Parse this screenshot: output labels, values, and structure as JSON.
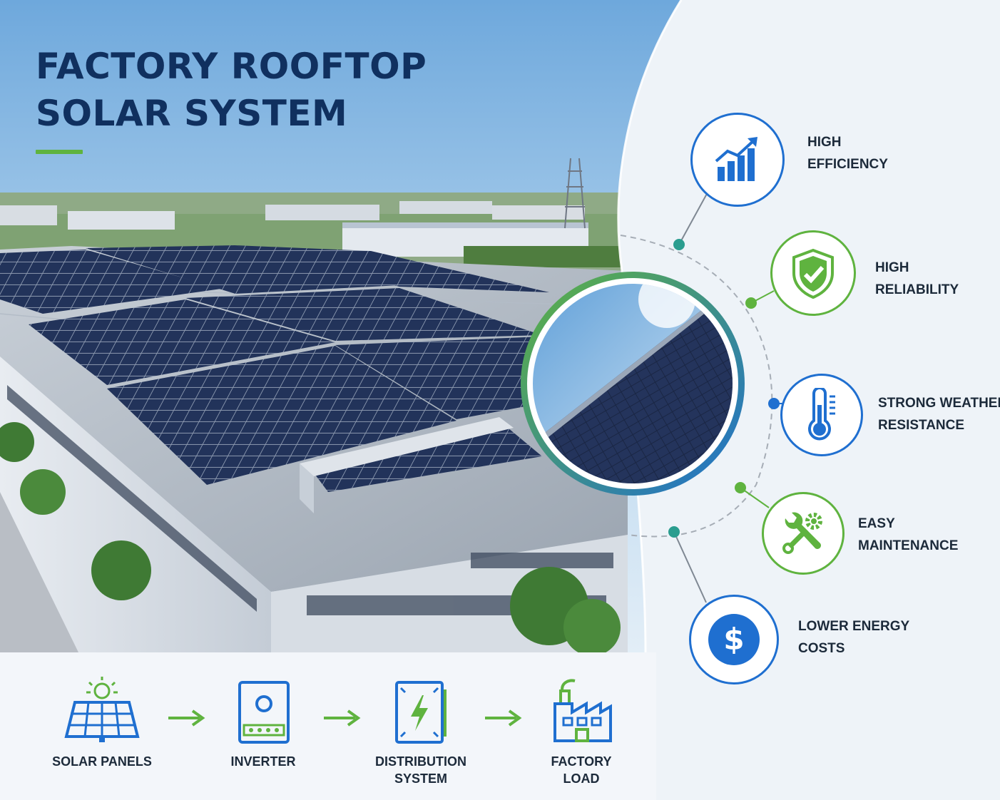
{
  "title": {
    "line1": "FACTORY ROOFTOP",
    "line2": "SOLAR SYSTEM"
  },
  "colors": {
    "navy": "#10305f",
    "blue": "#1f6fd0",
    "green": "#5fb33f",
    "teal": "#2a9d8f",
    "panel": "#1e2d4f",
    "sky": "#9ec7ea"
  },
  "features": [
    {
      "icon": "bar-chart-growth-icon",
      "line1": "HIGH",
      "line2": "EFFICIENCY"
    },
    {
      "icon": "shield-check-icon",
      "line1": "HIGH",
      "line2": "RELIABILITY"
    },
    {
      "icon": "thermometer-icon",
      "line1": "STRONG WEATHER",
      "line2": "RESISTANCE"
    },
    {
      "icon": "wrench-gear-icon",
      "line1": "EASY",
      "line2": "MAINTENANCE"
    },
    {
      "icon": "dollar-coin-icon",
      "line1": "LOWER ENERGY",
      "line2": "COSTS"
    }
  ],
  "flow": [
    {
      "icon": "solar-panel-sun-icon",
      "line1": "SOLAR PANELS",
      "line2": ""
    },
    {
      "icon": "inverter-icon",
      "line1": "INVERTER",
      "line2": ""
    },
    {
      "icon": "distribution-cabinet-icon",
      "line1": "DISTRIBUTION",
      "line2": "SYSTEM"
    },
    {
      "icon": "factory-icon",
      "line1": "FACTORY",
      "line2": "LOAD"
    }
  ]
}
